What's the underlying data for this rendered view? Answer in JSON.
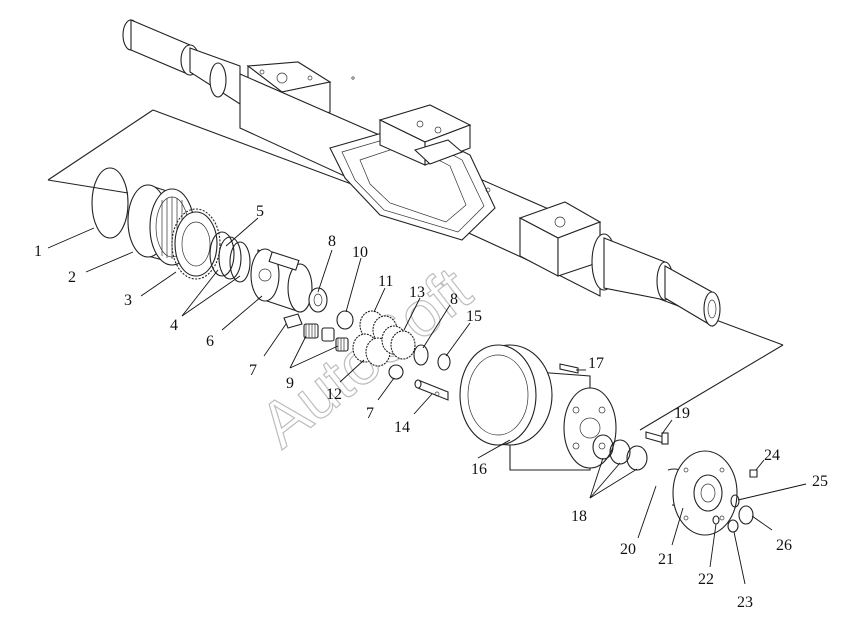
{
  "watermark": "AutoSoft",
  "part_numbers": {
    "p1": "1",
    "p2": "2",
    "p3": "3",
    "p4": "4",
    "p5": "5",
    "p6": "6",
    "p7a": "7",
    "p7b": "7",
    "p8a": "8",
    "p8b": "8",
    "p9": "9",
    "p10": "10",
    "p11": "11",
    "p12": "12",
    "p13": "13",
    "p14": "14",
    "p15": "15",
    "p16": "16",
    "p17": "17",
    "p18": "18",
    "p19": "19",
    "p20": "20",
    "p21": "21",
    "p22": "22",
    "p23": "23",
    "p24": "24",
    "p25": "25",
    "p26": "26"
  }
}
